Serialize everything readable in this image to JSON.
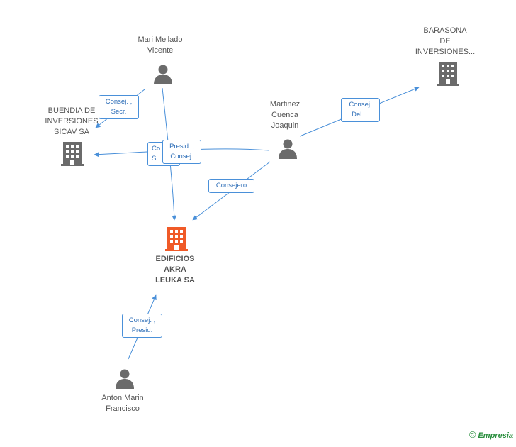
{
  "nodes": {
    "mari": {
      "name_line1": "Mari Mellado",
      "name_line2": "Vicente",
      "type": "person"
    },
    "barasona": {
      "name_line1": "BARASONA",
      "name_line2": "DE",
      "name_line3": "INVERSIONES...",
      "type": "company"
    },
    "buendia": {
      "name_line1": "BUENDIA DE",
      "name_line2": "INVERSIONES",
      "name_line3": "SICAV SA",
      "type": "company"
    },
    "martinez": {
      "name_line1": "Martinez",
      "name_line2": "Cuenca",
      "name_line3": "Joaquin",
      "type": "person"
    },
    "edificios": {
      "name_line1": "EDIFICIOS",
      "name_line2": "AKRA",
      "name_line3": "LEUKA SA",
      "type": "company-main"
    },
    "anton": {
      "name_line1": "Anton Marin",
      "name_line2": "Francisco",
      "type": "person"
    }
  },
  "edges": {
    "mari_buendia": {
      "line1": "Consej. ,",
      "line2": "Secr."
    },
    "martinez_barasona": {
      "line1": "Consej.",
      "line2": "Del...."
    },
    "martinez_buendia": {
      "line1": "Co...",
      "line2": "S..."
    },
    "mari_edificios": {
      "line1": "Presid. ,",
      "line2": "Consej."
    },
    "martinez_edificios": {
      "line1": "Consejero"
    },
    "anton_edificios": {
      "line1": "Consej. ,",
      "line2": "Presid."
    }
  },
  "colors": {
    "edge": "#4a90d9",
    "icon_gray": "#6b6b6b",
    "icon_main": "#f05a28",
    "brand": "#2a8f3e"
  },
  "icons": {
    "person": "person-icon",
    "company": "building-icon"
  },
  "watermark": {
    "symbol": "©",
    "brand": "Empresia"
  }
}
